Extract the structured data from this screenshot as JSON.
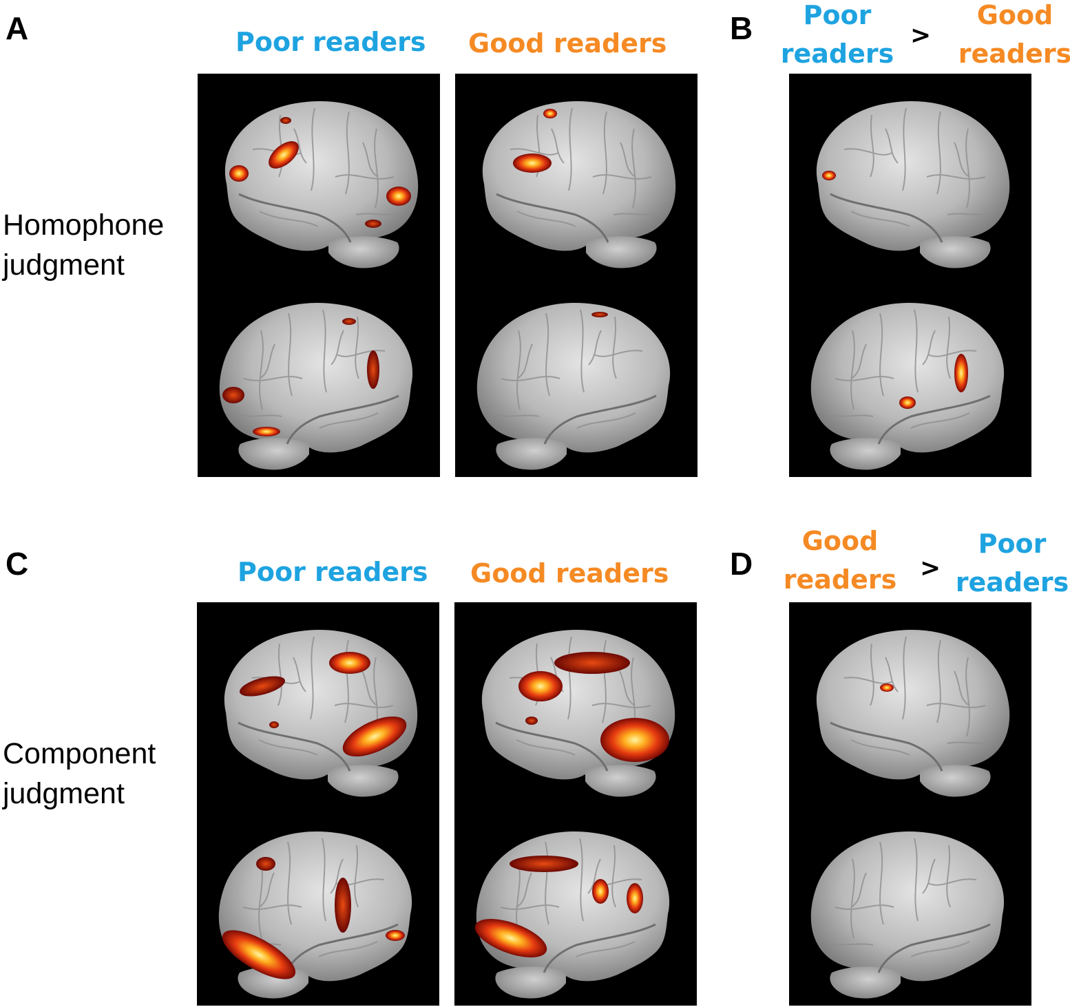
{
  "colors": {
    "poor": "#1ea3e0",
    "good": "#f58a24",
    "panel_bg": "#000000",
    "text": "#000000"
  },
  "panels": {
    "A": {
      "letter": "A",
      "row_label": [
        "Homophone",
        "judgment"
      ],
      "poor_label": "Poor readers",
      "good_label": "Good readers"
    },
    "B": {
      "letter": "B",
      "left": [
        "Poor",
        "readers"
      ],
      "gt": ">",
      "right": [
        "Good",
        "readers"
      ]
    },
    "C": {
      "letter": "C",
      "row_label": [
        "Component",
        "judgment"
      ],
      "poor_label": "Poor readers",
      "good_label": "Good readers"
    },
    "D": {
      "letter": "D",
      "left": [
        "Good",
        "readers"
      ],
      "gt": ">",
      "right": [
        "Poor",
        "readers"
      ]
    }
  },
  "images": {
    "description_icon": "brain-render-icon"
  }
}
